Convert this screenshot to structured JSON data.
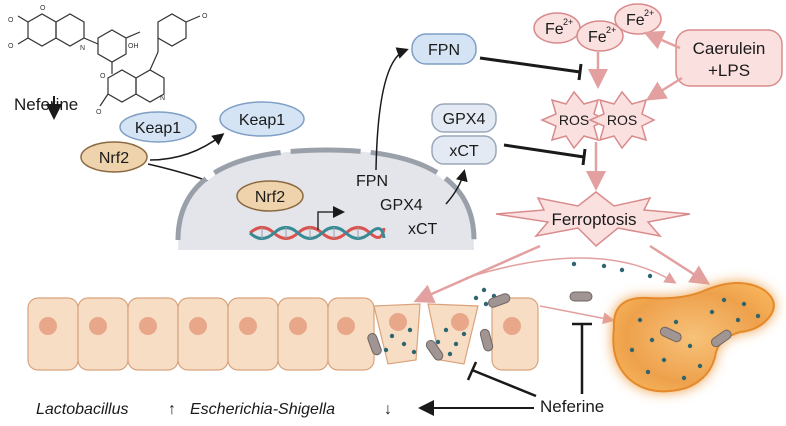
{
  "compound": {
    "name": "Neferine"
  },
  "nrf2_pathway": {
    "keap1_bound": "Keap1",
    "nrf2_bound": "Nrf2",
    "keap1_free": "Keap1",
    "nrf2_nuclear": "Nrf2"
  },
  "nucleus": {
    "gene_fpn": "FPN",
    "gene_gpx4": "GPX4",
    "gene_xct": "xCT"
  },
  "proteins": {
    "fpn": "FPN",
    "gpx4": "GPX4",
    "xct": "xCT"
  },
  "iron": {
    "ion": "Fe",
    "charge": "2+"
  },
  "inducer": {
    "line1": "Caerulein",
    "line2": "+LPS"
  },
  "ros": {
    "label": "ROS"
  },
  "ferroptosis": {
    "label": "Ferroptosis"
  },
  "microbiota": {
    "taxon1": "Lactobacillus",
    "taxon1_change": "↑",
    "taxon2": "Escherichia-Shigella",
    "taxon2_change": "↓"
  },
  "treatment": {
    "label": "Neferine"
  },
  "colors": {
    "blue_fill": "#d5e4f5",
    "blue_stroke": "#7f9fc4",
    "brown_fill": "#efd3ad",
    "brown_stroke": "#8b6a42",
    "pink_fill": "#fbe0e0",
    "pink_stroke": "#d98b8b",
    "arrow_red": "#e3a0a0",
    "nucleus_fill": "#e3e5ea",
    "cell_fill": "#f7ddc4",
    "teal": "#2c6570",
    "pancreas": "#f0a24a"
  }
}
